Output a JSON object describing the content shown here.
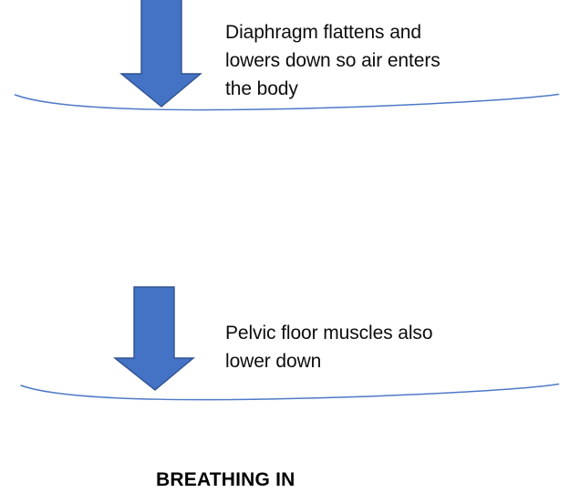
{
  "diagram": {
    "title": "BREATHING IN",
    "background_color": "#FFFFFF",
    "arrow_fill_color": "#4472C4",
    "arrow_stroke_color": "#2F528F",
    "curve_color": "#4472C4",
    "text_color": "#0D0D0D",
    "annotations": [
      {
        "id": "diaphragm",
        "text": "Diaphragm flattens and\nlowers down so air enters\nthe body"
      },
      {
        "id": "pelvic",
        "text": "Pelvic floor muscles also\nlower down"
      }
    ],
    "arrows": [
      {
        "id": "arrow-diaphragm",
        "direction": "down"
      },
      {
        "id": "arrow-pelvic",
        "direction": "down"
      }
    ],
    "curves": [
      {
        "id": "curve-diaphragm"
      },
      {
        "id": "curve-pelvic"
      }
    ]
  }
}
